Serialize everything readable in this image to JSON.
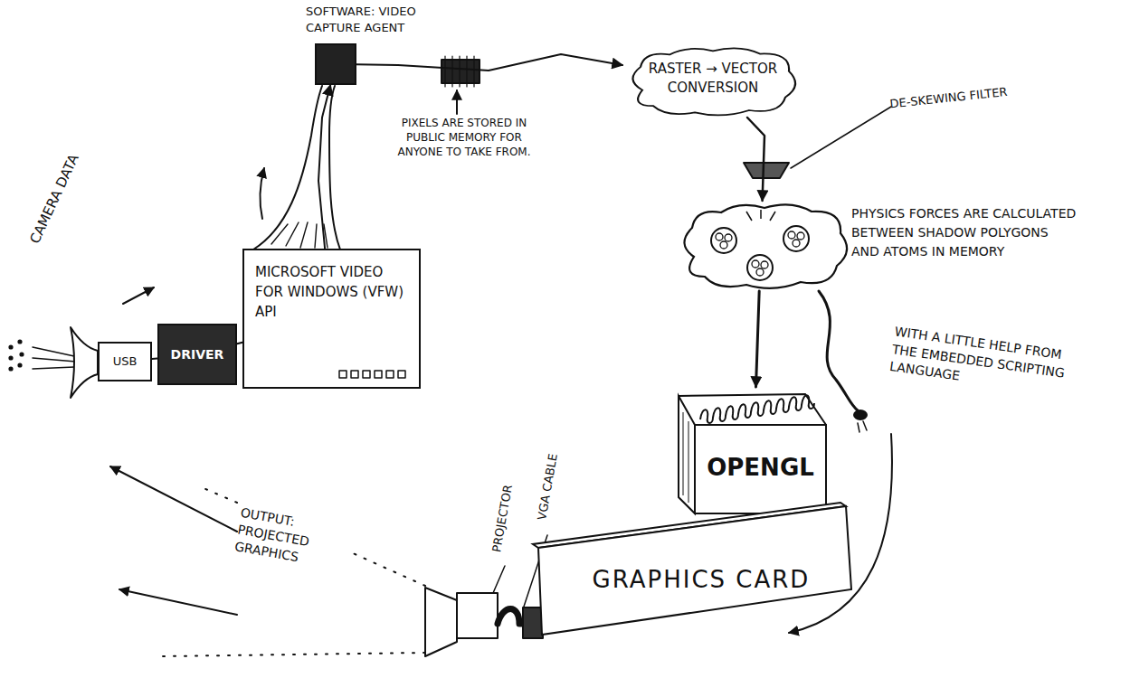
{
  "diagram": {
    "nodes": [
      {
        "text": [
          "USB"
        ]
      },
      {
        "text": [
          "DRIVER"
        ]
      },
      {
        "text": [
          "MICROSOFT VIDEO FOR WINDOWS (VFW) API"
        ]
      },
      {
        "text": [
          "SOFTWARE: VIDEO CAPTURE AGENT"
        ]
      },
      {
        "text": [
          "RASTER → VECTOR CONVERSION"
        ]
      },
      {
        "text": [
          "PHYSICS FORCES ARE CALCULATED BETWEEN SHADOW POLYGONS AND ATOMS IN MEMORY"
        ]
      },
      {
        "text": [
          "OPENGL"
        ]
      },
      {
        "text": [
          "GRAPHICS CARD"
        ]
      }
    ],
    "edges": [
      {
        "from": 0,
        "to": 1,
        "arrow": "none"
      },
      {
        "from": 1,
        "to": 2,
        "arrow": "none"
      },
      {
        "from": 2,
        "to": 3,
        "arrow": "to"
      },
      {
        "from": 3,
        "to": 4,
        "arrow": "to"
      },
      {
        "from": 4,
        "to": 5,
        "arrow": "to"
      },
      {
        "from": 5,
        "to": 6,
        "arrow": "to"
      }
    ],
    "labels": [
      "PIXELS ARE STORED IN PUBLIC MEMORY FOR ANYONE TO TAKE FROM.",
      "DE-SKEWING FILTER",
      "WITH A LITTLE HELP FROM THE EMBEDDED SCRIPTING LANGUAGE",
      "CAMERA DATA",
      "PROJECTOR",
      "VGA CABLE",
      "OUTPUT: PROJECTED GRAPHICS"
    ]
  }
}
